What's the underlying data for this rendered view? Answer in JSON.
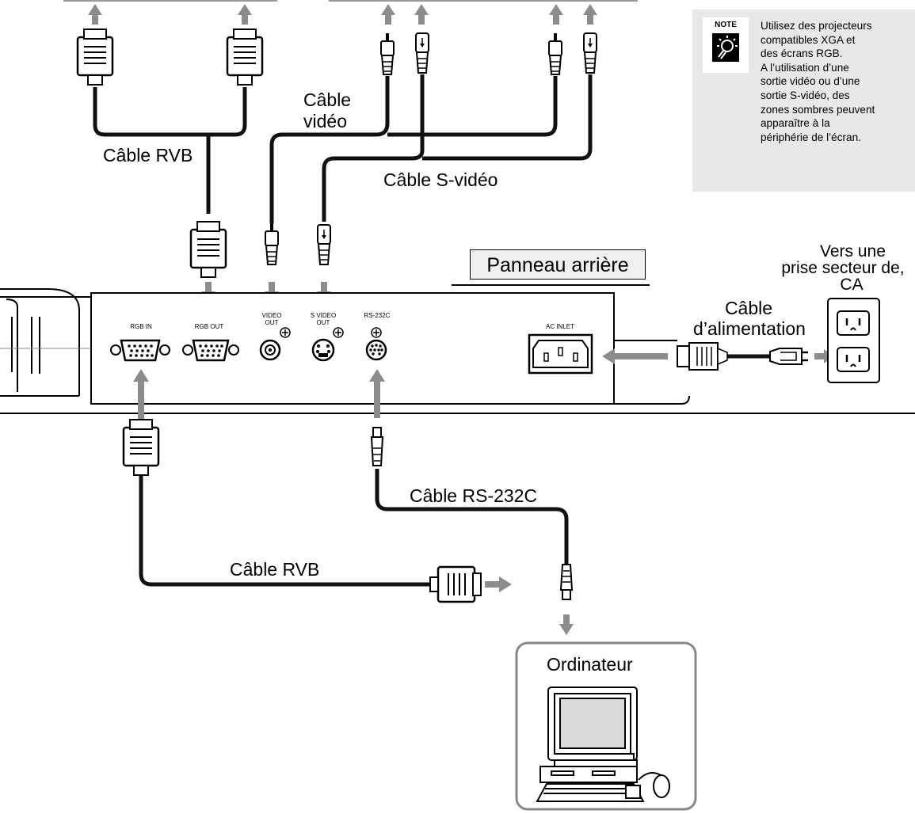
{
  "labels": {
    "rgb_cable_top": "Câble RVB",
    "video_cable_line1": "Câble",
    "video_cable_line2": "vidéo",
    "svideo_cable": "Câble S-vidéo",
    "rear_panel": "Panneau arrière",
    "ac_outlet_line1": "Vers une",
    "ac_outlet_line2": "prise secteur de,",
    "ac_outlet_line3": "CA",
    "power_cable_line1": "Câble",
    "power_cable_line2": "d’alimentation",
    "rs232c_cable": "Câble RS-232C",
    "rgb_cable_bottom": "Câble RVB",
    "computer": "Ordinateur"
  },
  "ports": {
    "rgb_in": "RGB IN",
    "rgb_out": "RGB OUT",
    "video_out_line1": "VIDEO",
    "video_out_line2": "OUT",
    "s_video_out_line1": "S VIDEO",
    "s_video_out_line2": "OUT",
    "rs232c": "RS-232C",
    "ac_inlet": "AC INLET"
  },
  "note": {
    "badge": "NOTE",
    "line1": "Utilisez des projecteurs",
    "line2": "compatibles XGA et",
    "line3": "des écrans RGB.",
    "line4": "A l’utilisation d’une",
    "line5": "sortie vidéo ou d’une",
    "line6": "sortie S-vidéo, des",
    "line7": "zones sombres peuvent",
    "line8": "apparaître à la",
    "line9": "périphérie de l’écran."
  },
  "colors": {
    "arrow": "#8c8c8c",
    "cable": "#111111",
    "note_bg": "#e8e8e8",
    "panel_label_bg": "#efefef"
  }
}
